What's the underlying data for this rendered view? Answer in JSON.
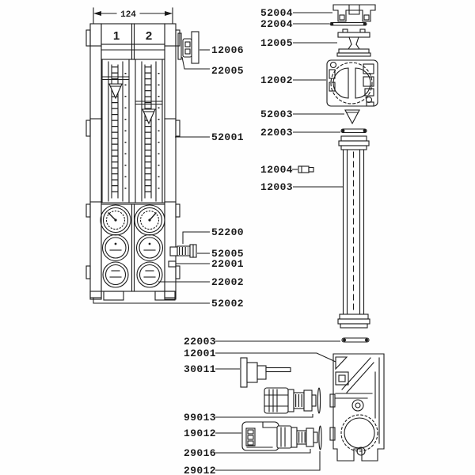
{
  "diagram": {
    "type": "exploded-parts-diagram",
    "ink_color": "#1c1c1c",
    "background_color": "#ffffff",
    "dimension_label": "124",
    "tube_numbers": [
      "1",
      "2"
    ],
    "left_unit_labels": [
      "12006",
      "22005",
      "52001",
      "52200",
      "52005",
      "22001",
      "22002",
      "52002"
    ],
    "right_stack_labels": [
      "52004",
      "22004",
      "12005",
      "12002",
      "52003",
      "22003",
      "12004",
      "12003"
    ],
    "bottom_assembly_labels": [
      "22003",
      "12001",
      "30011",
      "99013",
      "19012",
      "29016",
      "29012"
    ]
  }
}
